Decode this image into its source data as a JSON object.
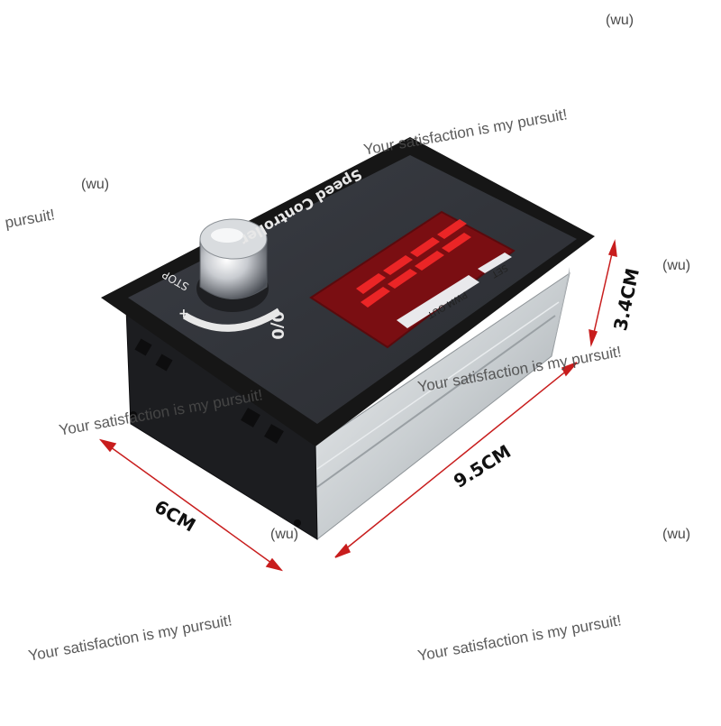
{
  "panel": {
    "title": "Speed Controller",
    "set_label": "SET",
    "pwm_label": "PWM OUT",
    "stop_label": "STOP",
    "plus_label": "+",
    "percent_label": "0/0",
    "digits": "8888"
  },
  "dimensions": {
    "length": "9.5CM",
    "width": "6CM",
    "height": "3.4CM"
  },
  "watermarks": {
    "slogan_full": "Your satisfaction is my pursuit!",
    "slogan_partial": "pursuit!",
    "tag": "(wu)",
    "slogan_top": "Your satisfaction is my pursuit!",
    "slogan_mid": "Your satisfaction is my pursuit!",
    "slogan_left": "Your satisfaction is my pursuit!",
    "slogan_bottom_left": "Your satisfaction is my pursuit!",
    "slogan_bottom_right": "Your satisfaction is my pursuit!"
  },
  "colors": {
    "housing": "#2a2c31",
    "bezel": "#161616",
    "aluminum": "#cfd3d6",
    "display": "#7a0e12",
    "segment": "#ff2a2a",
    "dimension_line": "#c81d1d"
  }
}
